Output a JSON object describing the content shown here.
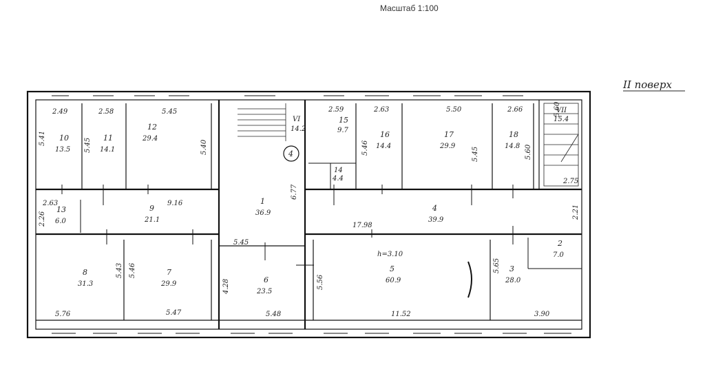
{
  "scale_label": "Масштаб 1:100",
  "floor_label": "II поверх",
  "stair_marker": "4",
  "ceiling_height": "h=3.10",
  "rooms": [
    {
      "n": "1",
      "area": "36.9"
    },
    {
      "n": "2",
      "area": "7.0"
    },
    {
      "n": "3",
      "area": "28.0"
    },
    {
      "n": "4",
      "area": "39.9"
    },
    {
      "n": "5",
      "area": "60.9"
    },
    {
      "n": "6",
      "area": "23.5"
    },
    {
      "n": "7",
      "area": "29.9"
    },
    {
      "n": "8",
      "area": "31.3"
    },
    {
      "n": "9",
      "area": "21.1"
    },
    {
      "n": "10",
      "area": "13.5"
    },
    {
      "n": "11",
      "area": "14.1"
    },
    {
      "n": "12",
      "area": "29.4"
    },
    {
      "n": "13",
      "area": "6.0"
    },
    {
      "n": "14",
      "area": "4.4"
    },
    {
      "n": "15",
      "area": "9.7"
    },
    {
      "n": "16",
      "area": "14.4"
    },
    {
      "n": "17",
      "area": "29.9"
    },
    {
      "n": "18",
      "area": "14.8"
    },
    {
      "n": "VI",
      "area": "14.2"
    },
    {
      "n": "VII",
      "area": "15.4"
    }
  ],
  "dimensions": [
    "2.49",
    "2.58",
    "5.45",
    "5.41",
    "5.45",
    "5.40",
    "2.59",
    "2.63",
    "5.50",
    "2.66",
    "5.60",
    "5.46",
    "5.45",
    "5.60",
    "6.77",
    "2.63",
    "2.26",
    "9.16",
    "17.98",
    "2.21",
    "2.75",
    "5.45",
    "4.28",
    "5.56",
    "5.43",
    "5.46",
    "5.65",
    "5.76",
    "5.47",
    "5.48",
    "11.52",
    "3.90"
  ]
}
